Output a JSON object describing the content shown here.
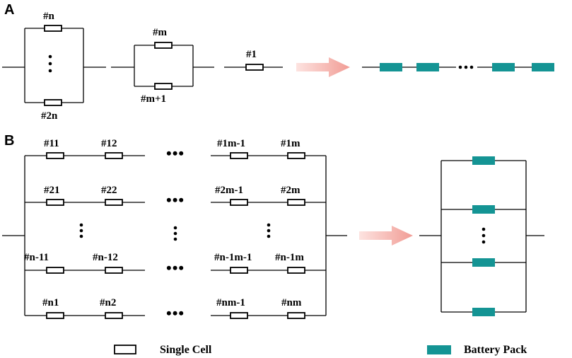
{
  "panels": {
    "a": "A",
    "b": "B"
  },
  "colors": {
    "battery_pack": "#149494",
    "arrow": "#f4a7a0"
  },
  "panel_a": {
    "group1_top": "#n",
    "group1_bottom": "#2n",
    "group2_top": "#m",
    "group2_bottom": "#m+1",
    "single": "#1"
  },
  "panel_b": {
    "rows": [
      [
        "#11",
        "#12",
        "#1m-1",
        "#1m"
      ],
      [
        "#21",
        "#22",
        "#2m-1",
        "#2m"
      ],
      [
        "#n-11",
        "#n-12",
        "#n-1m-1",
        "#n-1m"
      ],
      [
        "#n1",
        "#n2",
        "#nm-1",
        "#nm"
      ]
    ]
  },
  "legend": {
    "single_cell": "Single Cell",
    "battery_pack": "Battery Pack"
  }
}
